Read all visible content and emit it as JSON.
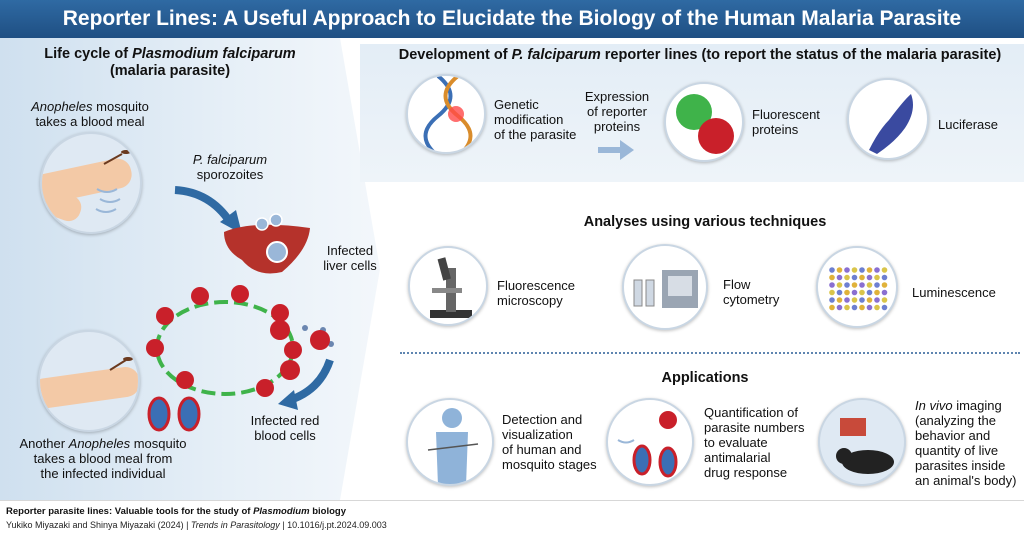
{
  "header": {
    "title": "Reporter Lines: A Useful Approach to Elucidate the Biology of the Human Malaria Parasite"
  },
  "life_cycle": {
    "title_prefix": "Life cycle of ",
    "title_italic": "Plasmodium falciparum",
    "title_sub": "(malaria parasite)",
    "mosquito_italic": "Anopheles",
    "mosquito_rest": " mosquito",
    "mosquito_line2": "takes a blood meal",
    "sporozoites_italic": "P. falciparum",
    "sporozoites_line2": "sporozoites",
    "liver_line1": "Infected",
    "liver_line2": "liver cells",
    "rbc_line1": "Infected red",
    "rbc_line2": "blood cells",
    "another_prefix": "Another ",
    "another_italic": "Anopheles",
    "another_rest": " mosquito",
    "another_line2": "takes a blood meal from",
    "another_line3": "the infected individual"
  },
  "development": {
    "title_prefix": "Development of ",
    "title_italic": "P. falciparum",
    "title_rest": " reporter lines (to report the status of the malaria parasite)",
    "genetic": [
      "Genetic",
      "modification",
      "of the parasite"
    ],
    "expression": [
      "Expression",
      "of reporter",
      "proteins"
    ],
    "fluorescent": [
      "Fluorescent",
      "proteins"
    ],
    "luciferase": "Luciferase"
  },
  "analyses": {
    "title": "Analyses using various techniques",
    "microscopy": [
      "Fluorescence",
      "microscopy"
    ],
    "flow": [
      "Flow",
      "cytometry"
    ],
    "luminescence": "Luminescence"
  },
  "applications": {
    "title": "Applications",
    "detection": [
      "Detection and",
      "visualization",
      "of human and",
      "mosquito stages"
    ],
    "quantification": [
      "Quantification of",
      "parasite numbers",
      "to evaluate",
      "antimalarial",
      "drug response"
    ],
    "invivo_italic": "In vivo",
    "invivo_rest": " imaging",
    "invivo_lines": [
      "(analyzing the",
      "behavior and",
      "quantity of live",
      "parasites inside",
      "an animal's body)"
    ]
  },
  "footer": {
    "line1_prefix": "Reporter parasite lines: Valuable tools for the study of ",
    "line1_italic": "Plasmodium",
    "line1_rest": " biology",
    "line2_prefix": "Yukiko Miyazaki and Shinya Miyazaki (2024) | ",
    "line2_italic": "Trends in Parasitology",
    "line2_rest": " | 10.1016/j.pt.2024.09.003"
  },
  "colors": {
    "header": "#2a5f96",
    "green": "#3fb34a",
    "red_cell": "#c9202a",
    "liver": "#b5322b",
    "dna_blue": "#3b6fb5",
    "luciferase": "#3a4aa0"
  }
}
